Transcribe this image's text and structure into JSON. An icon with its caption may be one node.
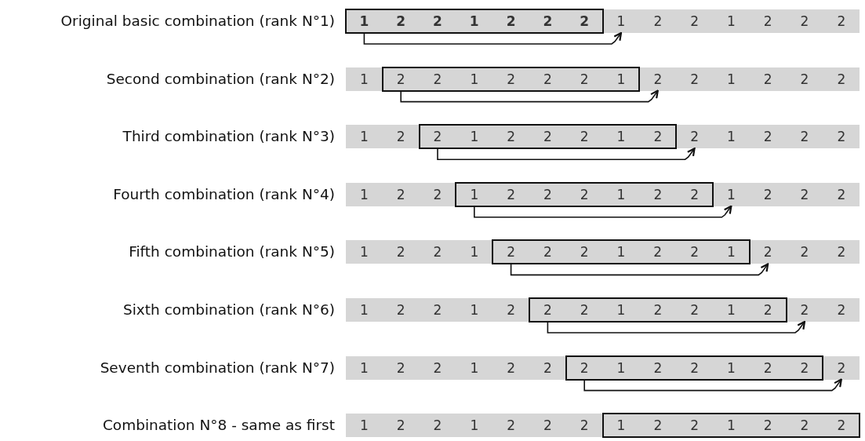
{
  "diagram": {
    "nodes": [
      {
        "text": [],
        "shape": "bar",
        "beside": [
          "Original basic combination (rank N°1)"
        ]
      },
      {
        "text": [],
        "shape": "box",
        "in": 0
      },
      {
        "text": [
          "1"
        ],
        "in": 1
      },
      {
        "text": [
          "2"
        ],
        "in": 1
      },
      {
        "text": [
          "2"
        ],
        "in": 1
      },
      {
        "text": [
          "1"
        ],
        "in": 1
      },
      {
        "text": [
          "2"
        ],
        "in": 1
      },
      {
        "text": [
          "2"
        ],
        "in": 1
      },
      {
        "text": [
          "2"
        ],
        "in": 1
      },
      {
        "text": [
          "1"
        ],
        "in": 0
      },
      {
        "text": [
          "2"
        ],
        "in": 0
      },
      {
        "text": [
          "2"
        ],
        "in": 0
      },
      {
        "text": [
          "1"
        ],
        "in": 0
      },
      {
        "text": [
          "2"
        ],
        "in": 0
      },
      {
        "text": [
          "2"
        ],
        "in": 0
      },
      {
        "text": [
          "2"
        ],
        "in": 0
      },
      {
        "text": [],
        "shape": "bar",
        "beside": [
          "Second combination (rank N°2)"
        ]
      },
      {
        "text": [
          "1"
        ],
        "in": 16
      },
      {
        "text": [],
        "shape": "box",
        "in": 16
      },
      {
        "text": [
          "2"
        ],
        "in": 18
      },
      {
        "text": [
          "2"
        ],
        "in": 18
      },
      {
        "text": [
          "1"
        ],
        "in": 18
      },
      {
        "text": [
          "2"
        ],
        "in": 18
      },
      {
        "text": [
          "2"
        ],
        "in": 18
      },
      {
        "text": [
          "2"
        ],
        "in": 18
      },
      {
        "text": [
          "1"
        ],
        "in": 18
      },
      {
        "text": [
          "2"
        ],
        "in": 16
      },
      {
        "text": [
          "2"
        ],
        "in": 16
      },
      {
        "text": [
          "1"
        ],
        "in": 16
      },
      {
        "text": [
          "2"
        ],
        "in": 16
      },
      {
        "text": [
          "2"
        ],
        "in": 16
      },
      {
        "text": [
          "2"
        ],
        "in": 16
      },
      {
        "text": [],
        "shape": "bar",
        "beside": [
          "Third combination (rank N°3)"
        ]
      },
      {
        "text": [
          "1"
        ],
        "in": 32
      },
      {
        "text": [
          "2"
        ],
        "in": 32
      },
      {
        "text": [],
        "shape": "box",
        "in": 32
      },
      {
        "text": [
          "2"
        ],
        "in": 35
      },
      {
        "text": [
          "1"
        ],
        "in": 35
      },
      {
        "text": [
          "2"
        ],
        "in": 35
      },
      {
        "text": [
          "2"
        ],
        "in": 35
      },
      {
        "text": [
          "2"
        ],
        "in": 35
      },
      {
        "text": [
          "1"
        ],
        "in": 35
      },
      {
        "text": [
          "2"
        ],
        "in": 35
      },
      {
        "text": [
          "2"
        ],
        "in": 32
      },
      {
        "text": [
          "1"
        ],
        "in": 32
      },
      {
        "text": [
          "2"
        ],
        "in": 32
      },
      {
        "text": [
          "2"
        ],
        "in": 32
      },
      {
        "text": [
          "2"
        ],
        "in": 32
      },
      {
        "text": [],
        "shape": "bar",
        "beside": [
          "Fourth combination (rank N°4)"
        ]
      },
      {
        "text": [
          "1"
        ],
        "in": 48
      },
      {
        "text": [
          "2"
        ],
        "in": 48
      },
      {
        "text": [
          "2"
        ],
        "in": 48
      },
      {
        "text": [],
        "shape": "box",
        "in": 48
      },
      {
        "text": [
          "1"
        ],
        "in": 52
      },
      {
        "text": [
          "2"
        ],
        "in": 52
      },
      {
        "text": [
          "2"
        ],
        "in": 52
      },
      {
        "text": [
          "2"
        ],
        "in": 52
      },
      {
        "text": [
          "1"
        ],
        "in": 52
      },
      {
        "text": [
          "2"
        ],
        "in": 52
      },
      {
        "text": [
          "2"
        ],
        "in": 52
      },
      {
        "text": [
          "1"
        ],
        "in": 48
      },
      {
        "text": [
          "2"
        ],
        "in": 48
      },
      {
        "text": [
          "2"
        ],
        "in": 48
      },
      {
        "text": [
          "2"
        ],
        "in": 48
      },
      {
        "text": [],
        "shape": "bar",
        "beside": [
          "Fifth combination (rank N°5)"
        ]
      },
      {
        "text": [
          "1"
        ],
        "in": 64
      },
      {
        "text": [
          "2"
        ],
        "in": 64
      },
      {
        "text": [
          "2"
        ],
        "in": 64
      },
      {
        "text": [
          "1"
        ],
        "in": 64
      },
      {
        "text": [],
        "shape": "box",
        "in": 64
      },
      {
        "text": [
          "2"
        ],
        "in": 69
      },
      {
        "text": [
          "2"
        ],
        "in": 69
      },
      {
        "text": [
          "2"
        ],
        "in": 69
      },
      {
        "text": [
          "1"
        ],
        "in": 69
      },
      {
        "text": [
          "2"
        ],
        "in": 69
      },
      {
        "text": [
          "2"
        ],
        "in": 69
      },
      {
        "text": [
          "1"
        ],
        "in": 69
      },
      {
        "text": [
          "2"
        ],
        "in": 64
      },
      {
        "text": [
          "2"
        ],
        "in": 64
      },
      {
        "text": [
          "2"
        ],
        "in": 64
      },
      {
        "text": [],
        "shape": "bar",
        "beside": [
          "Sixth combination (rank N°6)"
        ]
      },
      {
        "text": [
          "1"
        ],
        "in": 80
      },
      {
        "text": [
          "2"
        ],
        "in": 80
      },
      {
        "text": [
          "2"
        ],
        "in": 80
      },
      {
        "text": [
          "1"
        ],
        "in": 80
      },
      {
        "text": [
          "2"
        ],
        "in": 80
      },
      {
        "text": [],
        "shape": "box",
        "in": 80
      },
      {
        "text": [
          "2"
        ],
        "in": 86
      },
      {
        "text": [
          "2"
        ],
        "in": 86
      },
      {
        "text": [
          "1"
        ],
        "in": 86
      },
      {
        "text": [
          "2"
        ],
        "in": 86
      },
      {
        "text": [
          "2"
        ],
        "in": 86
      },
      {
        "text": [
          "1"
        ],
        "in": 86
      },
      {
        "text": [
          "2"
        ],
        "in": 86
      },
      {
        "text": [
          "2"
        ],
        "in": 80
      },
      {
        "text": [
          "2"
        ],
        "in": 80
      },
      {
        "text": [],
        "shape": "bar",
        "beside": [
          "Seventh combination (rank N°7)"
        ]
      },
      {
        "text": [
          "1"
        ],
        "in": 96
      },
      {
        "text": [
          "2"
        ],
        "in": 96
      },
      {
        "text": [
          "2"
        ],
        "in": 96
      },
      {
        "text": [
          "1"
        ],
        "in": 96
      },
      {
        "text": [
          "2"
        ],
        "in": 96
      },
      {
        "text": [
          "2"
        ],
        "in": 96
      },
      {
        "text": [],
        "shape": "box",
        "in": 96
      },
      {
        "text": [
          "2"
        ],
        "in": 103
      },
      {
        "text": [
          "1"
        ],
        "in": 103
      },
      {
        "text": [
          "2"
        ],
        "in": 103
      },
      {
        "text": [
          "2"
        ],
        "in": 103
      },
      {
        "text": [
          "1"
        ],
        "in": 103
      },
      {
        "text": [
          "2"
        ],
        "in": 103
      },
      {
        "text": [
          "2"
        ],
        "in": 103
      },
      {
        "text": [
          "2"
        ],
        "in": 96
      },
      {
        "text": [],
        "shape": "bar",
        "beside": [
          "Combination N°8 - same as first"
        ]
      },
      {
        "text": [
          "1"
        ],
        "in": 112
      },
      {
        "text": [
          "2"
        ],
        "in": 112
      },
      {
        "text": [
          "2"
        ],
        "in": 112
      },
      {
        "text": [
          "1"
        ],
        "in": 112
      },
      {
        "text": [
          "2"
        ],
        "in": 112
      },
      {
        "text": [
          "2"
        ],
        "in": 112
      },
      {
        "text": [
          "2"
        ],
        "in": 112
      },
      {
        "text": [],
        "shape": "box",
        "in": 112
      },
      {
        "text": [
          "1"
        ],
        "in": 120
      },
      {
        "text": [
          "2"
        ],
        "in": 120
      },
      {
        "text": [
          "2"
        ],
        "in": 120
      },
      {
        "text": [
          "1"
        ],
        "in": 120
      },
      {
        "text": [
          "2"
        ],
        "in": 120
      },
      {
        "text": [
          "2"
        ],
        "in": 120
      },
      {
        "text": [
          "2"
        ],
        "in": 120
      }
    ],
    "edges": [
      {
        "from": 2,
        "to": 9,
        "arrow": "to"
      },
      {
        "from": 19,
        "to": 26,
        "arrow": "to"
      },
      {
        "from": 36,
        "to": 43,
        "arrow": "to"
      },
      {
        "from": 53,
        "to": 60,
        "arrow": "to"
      },
      {
        "from": 70,
        "to": 77,
        "arrow": "to"
      },
      {
        "from": 87,
        "to": 94,
        "arrow": "to"
      },
      {
        "from": 104,
        "to": 111,
        "arrow": "to"
      }
    ]
  }
}
